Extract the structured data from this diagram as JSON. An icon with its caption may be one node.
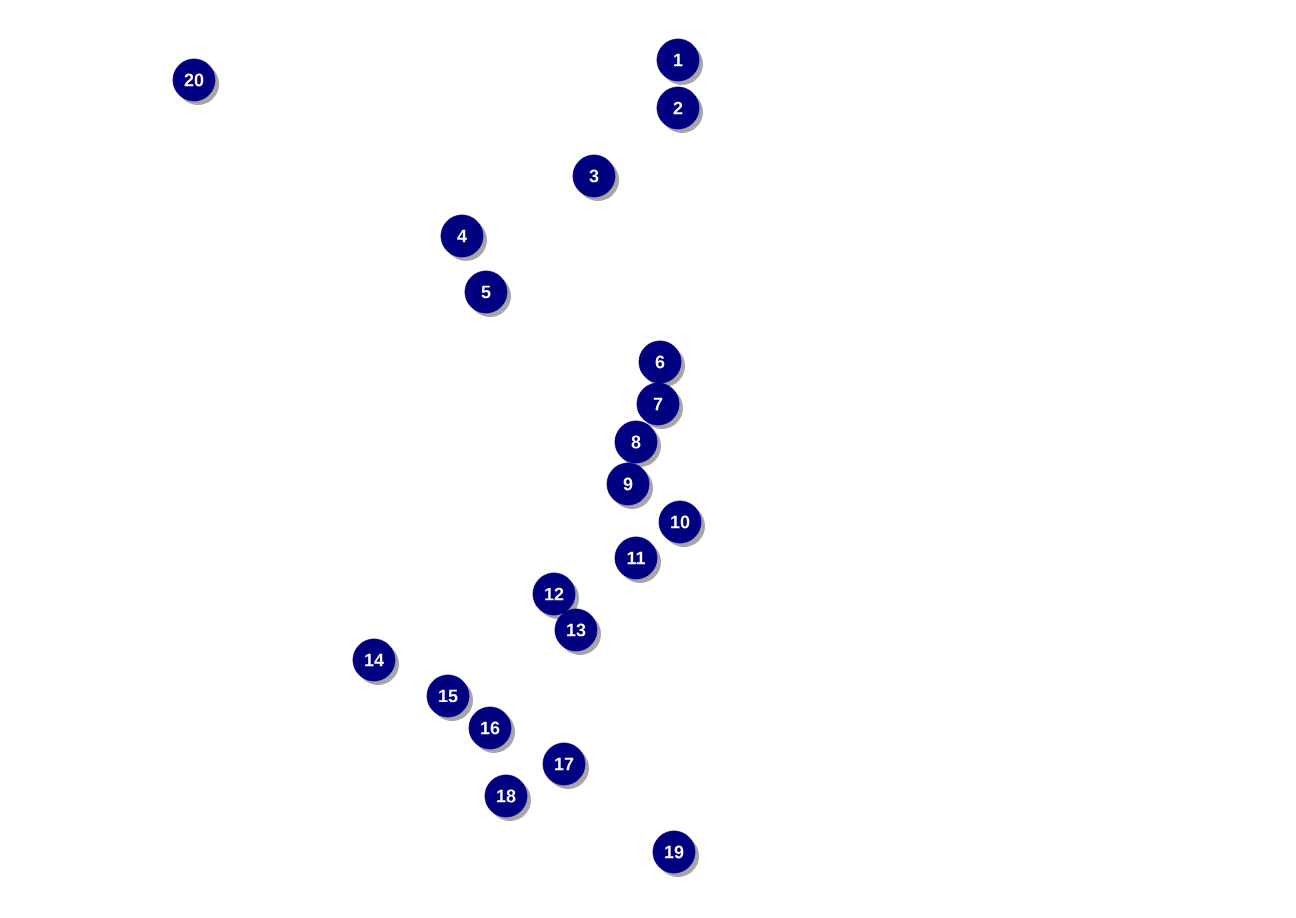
{
  "diagram": {
    "nodes": [
      {
        "text": [
          "1"
        ]
      },
      {
        "text": [
          "2"
        ]
      },
      {
        "text": [
          "3"
        ]
      },
      {
        "text": [
          "4"
        ]
      },
      {
        "text": [
          "5"
        ]
      },
      {
        "text": [
          "6"
        ]
      },
      {
        "text": [
          "7"
        ]
      },
      {
        "text": [
          "8"
        ]
      },
      {
        "text": [
          "9"
        ]
      },
      {
        "text": [
          "10"
        ]
      },
      {
        "text": [
          "11"
        ]
      },
      {
        "text": [
          "12"
        ]
      },
      {
        "text": [
          "13"
        ]
      },
      {
        "text": [
          "14"
        ]
      },
      {
        "text": [
          "15"
        ]
      },
      {
        "text": [
          "16"
        ]
      },
      {
        "text": [
          "17"
        ]
      },
      {
        "text": [
          "18"
        ]
      },
      {
        "text": [
          "19"
        ]
      },
      {
        "text": [
          "20"
        ]
      }
    ]
  }
}
